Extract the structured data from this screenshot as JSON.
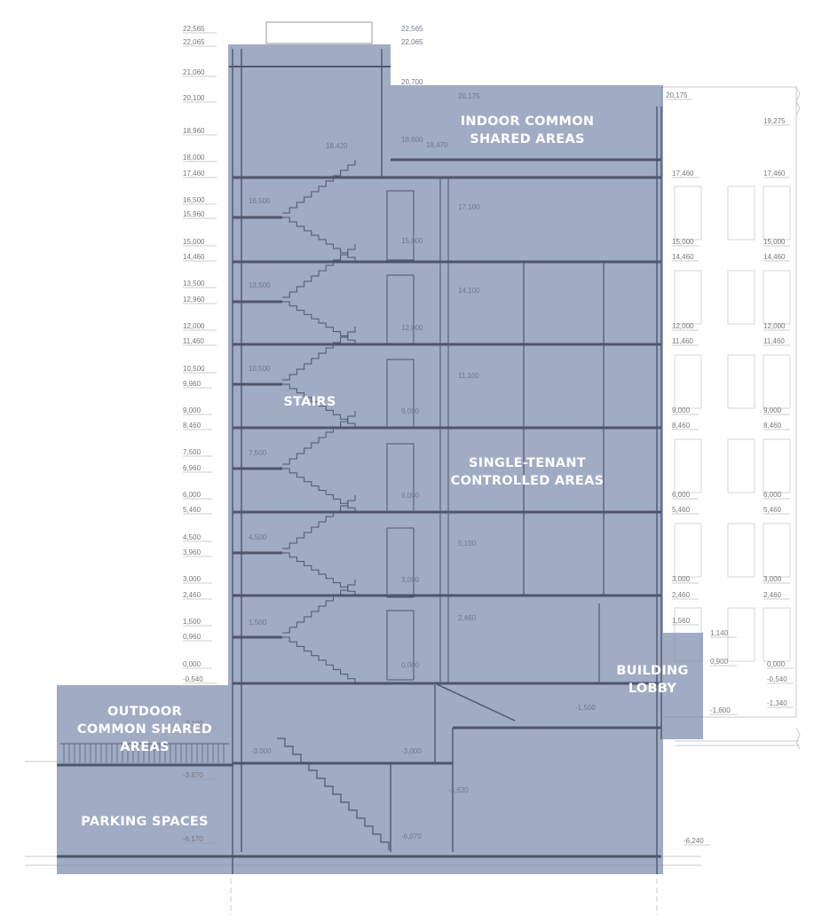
{
  "zones": [
    {
      "id": "indoor",
      "lines": [
        "INDOOR COMMON",
        "SHARED AREAS"
      ]
    },
    {
      "id": "stairs",
      "lines": [
        "STAIRS"
      ]
    },
    {
      "id": "tenant",
      "lines": [
        "SINGLE-TENANT",
        "CONTROLLED AREAS"
      ]
    },
    {
      "id": "lobby",
      "lines": [
        "BUILDING",
        "LOBBY"
      ]
    },
    {
      "id": "outdoor",
      "lines": [
        "OUTDOOR",
        "COMMON SHARED",
        "AREAS"
      ]
    },
    {
      "id": "parking",
      "lines": [
        "PARKING SPACES"
      ]
    }
  ],
  "colors": {
    "overlay": "#7c8aad",
    "overlay_opacity": 0.72,
    "line": "#5a6175",
    "faint": "#c9c9c9"
  },
  "left_levels": [
    "22,565",
    "22,065",
    "21,060",
    "20,100",
    "18,960",
    "18,000",
    "17,460",
    "16,500",
    "15,960",
    "15,000",
    "14,460",
    "13,500",
    "12,960",
    "12,000",
    "11,460",
    "10,500",
    "9,960",
    "9,000",
    "8,460",
    "7,500",
    "6,960",
    "6,000",
    "5,460",
    "4,500",
    "3,960",
    "3,000",
    "2,460",
    "1,500",
    "0,960",
    "0,000",
    "-0,540",
    "-2,100",
    "-3,870",
    "-6,170"
  ],
  "right_levels": [
    "20,175",
    "19,275",
    "17,460",
    "17,460",
    "15,000",
    "15,000",
    "14,460",
    "14,460",
    "12,000",
    "12,000",
    "11,460",
    "11,460",
    "9,000",
    "9,000",
    "8,460",
    "8,460",
    "6,000",
    "6,000",
    "5,460",
    "5,460",
    "3,000",
    "3,000",
    "2,460",
    "2,460",
    "1,560",
    "1,140",
    "0,900",
    "0,000",
    "-0,540",
    "-1,340",
    "-1,600",
    "-6,240"
  ],
  "interior_levels": [
    "22,565",
    "22,065",
    "20,700",
    "20,175",
    "18,600",
    "18,470",
    "18,420",
    "17,100",
    "15,000",
    "14,100",
    "12,000",
    "11,100",
    "9,000",
    "6,000",
    "5,100",
    "3,000",
    "2,460",
    "0,000",
    "-1,500",
    "-3,000",
    "-3,000",
    "-3,630",
    "-6,070",
    "16,500",
    "13,500",
    "10,500",
    "7,500",
    "4,500",
    "1,500"
  ]
}
